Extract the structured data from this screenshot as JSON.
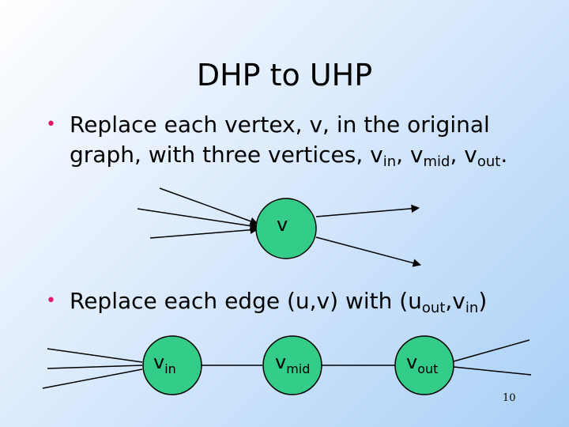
{
  "slide": {
    "title": "DHP to UHP",
    "page_number": "10",
    "bullet_1": {
      "text_a": "Replace each vertex, v, in the original graph, with three vertices, v",
      "sub_in": "in",
      "sep_1": ", v",
      "sub_mid": "mid",
      "sep_2": ", v",
      "sub_out": "out",
      "end": "."
    },
    "bullet_2": {
      "text_a": "Replace each edge (u,v) with (u",
      "sub_out": "out",
      "sep": ",v",
      "sub_in": "in",
      "end": ")"
    }
  },
  "diagram_top": {
    "vertex_label": "v"
  },
  "diagram_bottom": {
    "v_in": {
      "base": "v",
      "sub": "in"
    },
    "v_mid": {
      "base": "v",
      "sub": "mid"
    },
    "v_out": {
      "base": "v",
      "sub": "out"
    }
  },
  "colors": {
    "node_fill": "#33cc88",
    "bullet": "#e2186b"
  }
}
